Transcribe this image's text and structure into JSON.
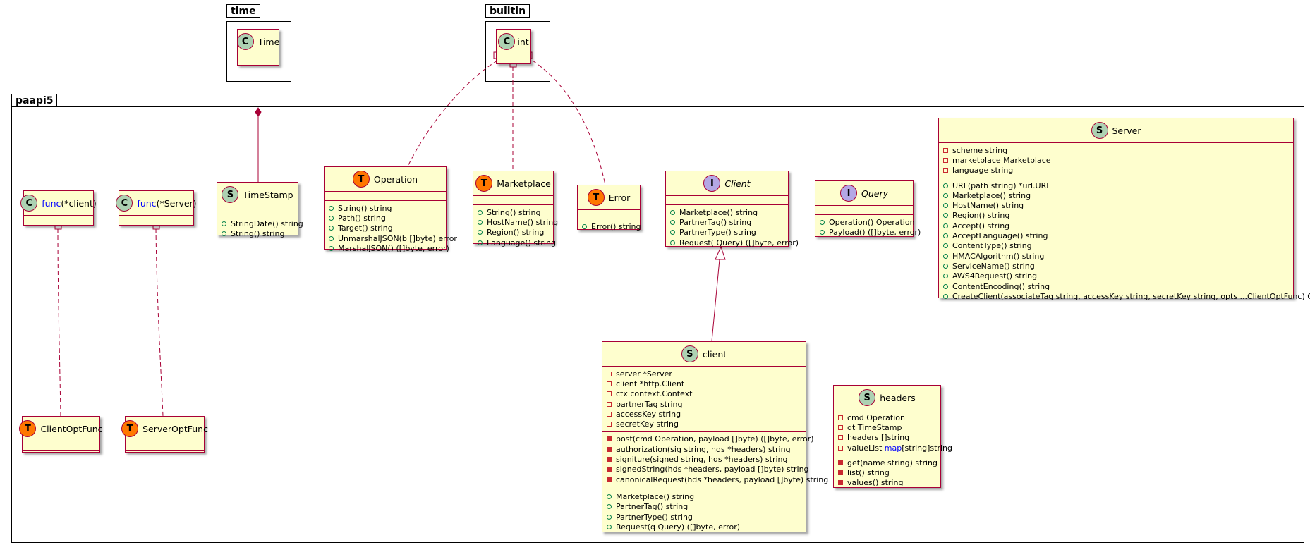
{
  "colors": {
    "class_fill": "#FEFECE",
    "class_border": "#A80036",
    "edge": "#A80036",
    "struct_icon": "#ADD1B2",
    "type_icon": "#FF7700",
    "interface_icon": "#B4A7E5",
    "class_icon": "#ADD1B2",
    "keyword": "#0000FF"
  },
  "packages": {
    "time": "time",
    "builtin": "builtin",
    "paapi5": "paapi5"
  },
  "classes": {
    "Time": {
      "stereotype": "C",
      "name": "Time"
    },
    "int": {
      "stereotype": "C",
      "name": "int"
    },
    "TimeStamp": {
      "stereotype": "S",
      "name": "TimeStamp",
      "methods": [
        "StringDate() string",
        "String() string"
      ]
    },
    "Operation": {
      "stereotype": "T",
      "name": "Operation",
      "methods": [
        "String() string",
        "Path() string",
        "Target() string",
        "UnmarshalJSON(b []byte) error",
        "MarshalJSON() ([]byte, error)"
      ]
    },
    "Marketplace": {
      "stereotype": "T",
      "name": "Marketplace",
      "methods": [
        "String() string",
        "HostName() string",
        "Region() string",
        "Language() string"
      ]
    },
    "Error": {
      "stereotype": "T",
      "name": "Error",
      "methods": [
        "Error() string"
      ]
    },
    "Client": {
      "stereotype": "I",
      "name": "Client",
      "methods": [
        "Marketplace() string",
        "PartnerTag() string",
        "PartnerType() string",
        "Request( Query) ([]byte, error)"
      ]
    },
    "Query": {
      "stereotype": "I",
      "name": "Query",
      "methods": [
        "Operation() Operation",
        "Payload() ([]byte, error)"
      ]
    },
    "Server": {
      "stereotype": "S",
      "name": "Server",
      "fields": [
        "scheme string",
        "marketplace Marketplace",
        "language string"
      ],
      "methods": [
        "URL(path string) *url.URL",
        "Marketplace() string",
        "HostName() string",
        "Region() string",
        "Accept() string",
        "AcceptLanguage() string",
        "ContentType() string",
        "HMACAlgorithm() string",
        "ServiceName() string",
        "AWS4Request() string",
        "ContentEncoding() string",
        "CreateClient(associateTag string, accessKey string, secretKey string, opts ...ClientOptFunc) Client"
      ]
    },
    "funcClient": {
      "stereotype": "C",
      "keyword": "func",
      "name": "(*client)"
    },
    "funcServer": {
      "stereotype": "C",
      "keyword": "func",
      "name": "(*Server)"
    },
    "ClientOptFunc": {
      "stereotype": "T",
      "name": "ClientOptFunc"
    },
    "ServerOptFunc": {
      "stereotype": "T",
      "name": "ServerOptFunc"
    },
    "client": {
      "stereotype": "S",
      "name": "client",
      "fields": [
        "server *Server",
        "client *http.Client",
        "ctx context.Context",
        "partnerTag string",
        "accessKey string",
        "secretKey string"
      ],
      "private_methods": [
        "post(cmd Operation, payload []byte) ([]byte, error)",
        "authorization(sig string, hds *headers) string",
        "signiture(signed string, hds *headers) string",
        "signedString(hds *headers, payload []byte) string",
        "canonicalRequest(hds *headers, payload []byte) string"
      ],
      "methods": [
        "Marketplace() string",
        "PartnerTag() string",
        "PartnerType() string",
        "Request(q Query) ([]byte, error)"
      ]
    },
    "headers": {
      "stereotype": "S",
      "name": "headers",
      "fields": [
        "cmd Operation",
        "dt TimeStamp",
        "headers []string"
      ],
      "field_map": {
        "prefix": "valueList ",
        "keyword": "map",
        "suffix": "[string]string"
      },
      "private_methods": [
        "get(name string) string",
        "list() string",
        "values() string"
      ]
    }
  }
}
